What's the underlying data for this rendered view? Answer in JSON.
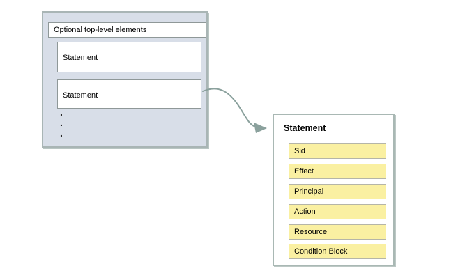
{
  "diagram": {
    "policy_container": {
      "optional_label": "Optional top-level elements",
      "statements": [
        "Statement",
        "Statement"
      ],
      "dots": [
        ".",
        ".",
        "."
      ]
    },
    "statement_detail": {
      "title": "Statement",
      "elements": [
        "Sid",
        "Effect",
        "Principal",
        "Action",
        "Resource",
        "Condition Block"
      ]
    },
    "colors": {
      "container_fill": "#d8dee8",
      "container_border": "#a9b5b5",
      "inner_box_border": "#8f9898",
      "element_fill": "#faf0a2",
      "element_border": "#b5b5a8",
      "arrow": "#8ba19d",
      "text": "#000000"
    }
  }
}
